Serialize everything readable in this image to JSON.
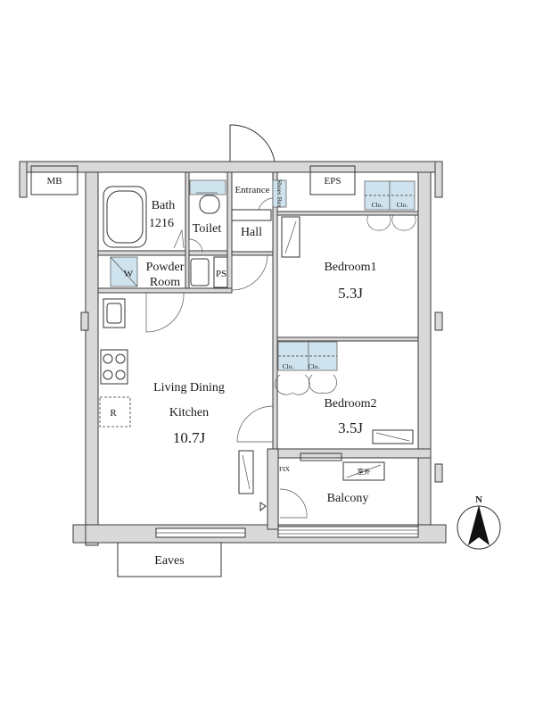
{
  "rooms": {
    "mb": "MB",
    "eps": "EPS",
    "bath_name": "Bath",
    "bath_size": "1216",
    "toilet": "Toilet",
    "entrance": "Entrance",
    "shoes_box": "Shoes Box",
    "hall": "Hall",
    "powder_room_line1": "Powder",
    "powder_room_line2": "Room",
    "washer": "W",
    "ps": "PS",
    "refrigerator": "R",
    "ldk_line1": "Living Dining",
    "ldk_line2": "Kitchen",
    "ldk_size": "10.7J",
    "bedroom1": "Bedroom1",
    "bedroom1_size": "5.3J",
    "bedroom2": "Bedroom2",
    "bedroom2_size": "3.5J",
    "closet": "Clo.",
    "fix": "FIX",
    "balcony": "Balcony",
    "ac_unit": "室外",
    "eaves": "Eaves"
  },
  "compass": {
    "north_label": "N"
  }
}
